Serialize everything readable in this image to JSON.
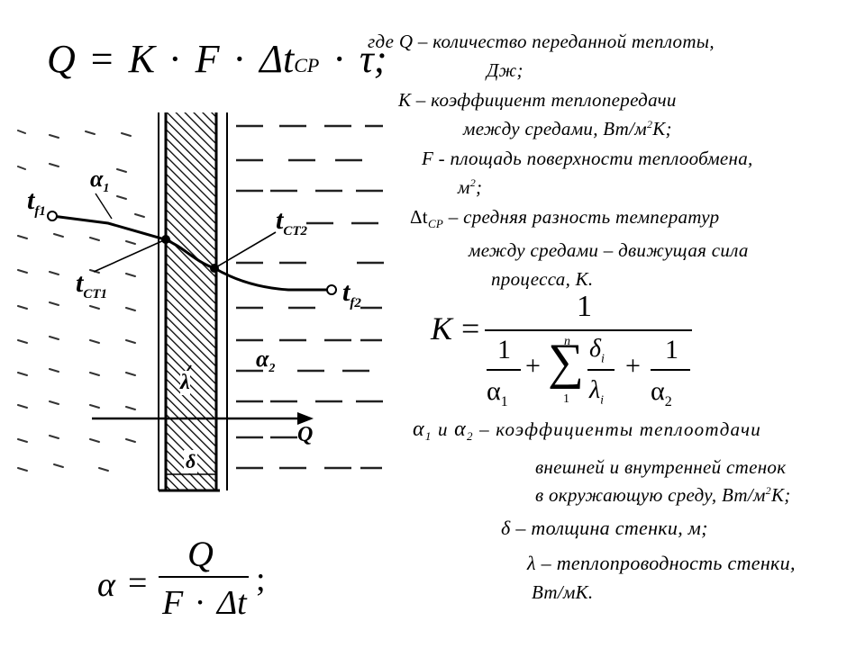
{
  "formula_q": {
    "Q": "Q",
    "eq": "=",
    "K": "K",
    "dot1": "·",
    "F": "F",
    "dot2": "·",
    "dt": "Δt",
    "cp": "СР",
    "dot3": "·",
    "tau": "τ;"
  },
  "defs": {
    "line1": "где Q – количество переданной теплоты,",
    "line2": "Дж;",
    "line3": "К – коэффициент теплопередачи",
    "line4_pre": "между средами, Вт/м",
    "line4_sup": "2",
    "line4_post": "К;",
    "line5": "F - площадь поверхности теплообмена,",
    "line6_pre": "м",
    "line6_sup": "2",
    "line6_post": ";",
    "line7_dt": "Δt",
    "line7_sub": "СР",
    "line7_post": " – средняя разность температур",
    "line8": "между средами – движущая сила",
    "line9": "процесса, К."
  },
  "formula_k": {
    "K": "K",
    "eq": "=",
    "num": "1",
    "one1": "1",
    "alpha1": "α",
    "alpha1_sub": "1",
    "plus1": "+",
    "sum_top": "n",
    "sum": "∑",
    "sum_bot": "1",
    "delta": "δ",
    "delta_sub": "i",
    "lambda": "λ",
    "lambda_sub": "i",
    "plus2": "+",
    "one2": "1",
    "alpha2": "α",
    "alpha2_sub": "2"
  },
  "alpha_desc": {
    "a1": "α",
    "a1_sub": "1",
    "and": " и ",
    "a2": "α",
    "a2_sub": "2",
    "rest": " – коэффициенты теплоотдачи",
    "line2": "внешней и внутренней стенок",
    "line3_pre": "в окружающую среду, Вт/м",
    "line3_sup": "2",
    "line3_post": "К;",
    "delta_line": "δ – толщина стенки, м;",
    "lambda_line": "λ – теплопроводность стенки,",
    "lambda_unit": "Вт/мК."
  },
  "formula_alpha": {
    "alpha": "α",
    "eq": "=",
    "num": "Q",
    "den_F": "F",
    "den_dot": "·",
    "den_dt": "Δt",
    "semi": ";"
  },
  "diagram": {
    "t_f1": "t",
    "t_f1_sub": "f1",
    "t_f2": "t",
    "t_f2_sub": "f2",
    "t_ct1": "t",
    "t_ct1_sub": "CT1",
    "t_ct2": "t",
    "t_ct2_sub": "CT2",
    "alpha1": "α",
    "alpha1_sub": "1",
    "alpha2": "α",
    "alpha2_sub": "2",
    "lambda": "λ",
    "delta": "δ",
    "q": "Q"
  }
}
